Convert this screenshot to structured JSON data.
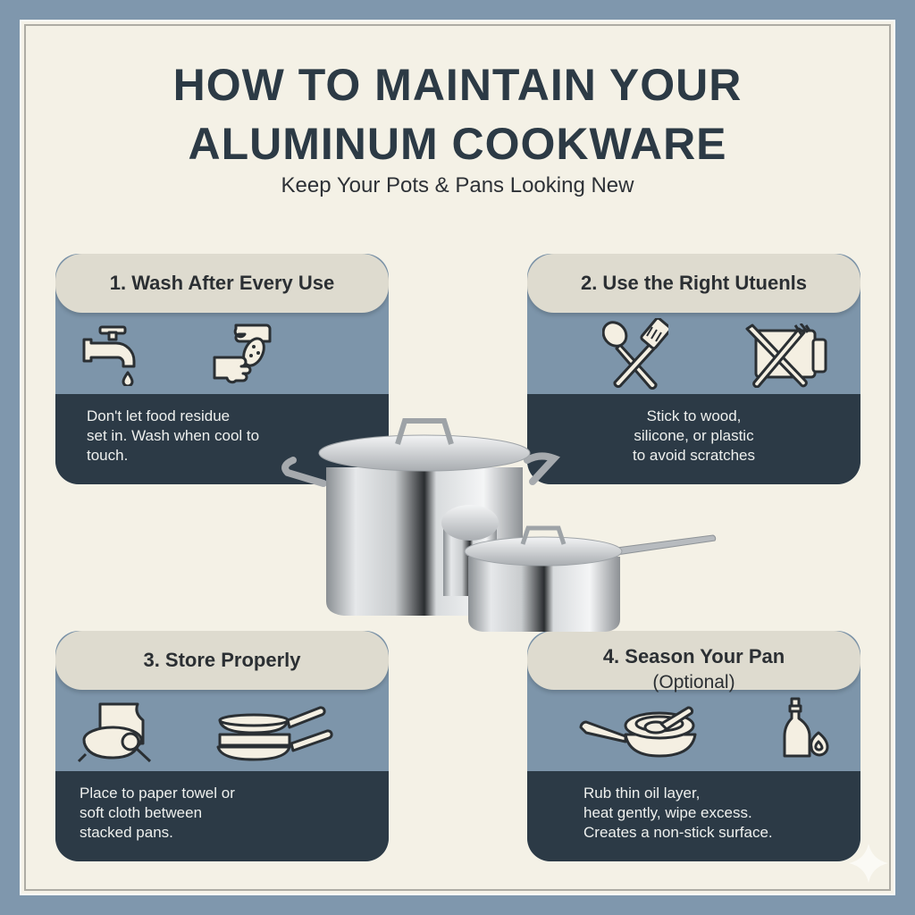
{
  "header": {
    "title_line1": "HOW TO MAINTAIN YOUR",
    "title_line2": "ALUMINUM COOKWARE",
    "subtitle": "Keep Your Pots & Pans Looking New"
  },
  "colors": {
    "outer_background": "#7f97ad",
    "page_background": "#f4f1e6",
    "card_header": "#dedbcf",
    "card_icon_band": "#7d95aa",
    "card_text_band": "#2c3a46",
    "title_text": "#2c3a45"
  },
  "cards": [
    {
      "heading": "1. Wash After Every Use",
      "icons": [
        "faucet-icon",
        "hands-washing-sponge-icon"
      ],
      "body_lines": [
        "Don't let food residue",
        "set in. Wash when cool to",
        "touch."
      ]
    },
    {
      "heading": "2. Use the Right Utuenls",
      "icons": [
        "spoon-spatula-crossed-icon",
        "no-metal-fork-icon"
      ],
      "body_lines": [
        "Stick to wood,",
        "silicone, or plastic",
        "to avoid scratches"
      ]
    },
    {
      "heading": "3. Store Properly",
      "icons": [
        "pan-paper-towel-icon",
        "stacked-pans-icon"
      ],
      "body_lines": [
        "Place to paper towel or",
        "soft cloth between",
        "stacked pans."
      ]
    },
    {
      "heading": "4. Season Your Pan",
      "subheading": "(Optional)",
      "icons": [
        "pan-oil-brush-icon",
        "oil-bottle-flame-icon"
      ],
      "body_lines": [
        "Rub thin oil layer,",
        "heat gently, wipe excess.",
        "Creates a non-stick surface."
      ]
    }
  ],
  "illustration": {
    "name": "stainless-cookware-set",
    "items": [
      "stock-pot-with-lid",
      "saucepan-with-lid",
      "small-canister"
    ]
  }
}
